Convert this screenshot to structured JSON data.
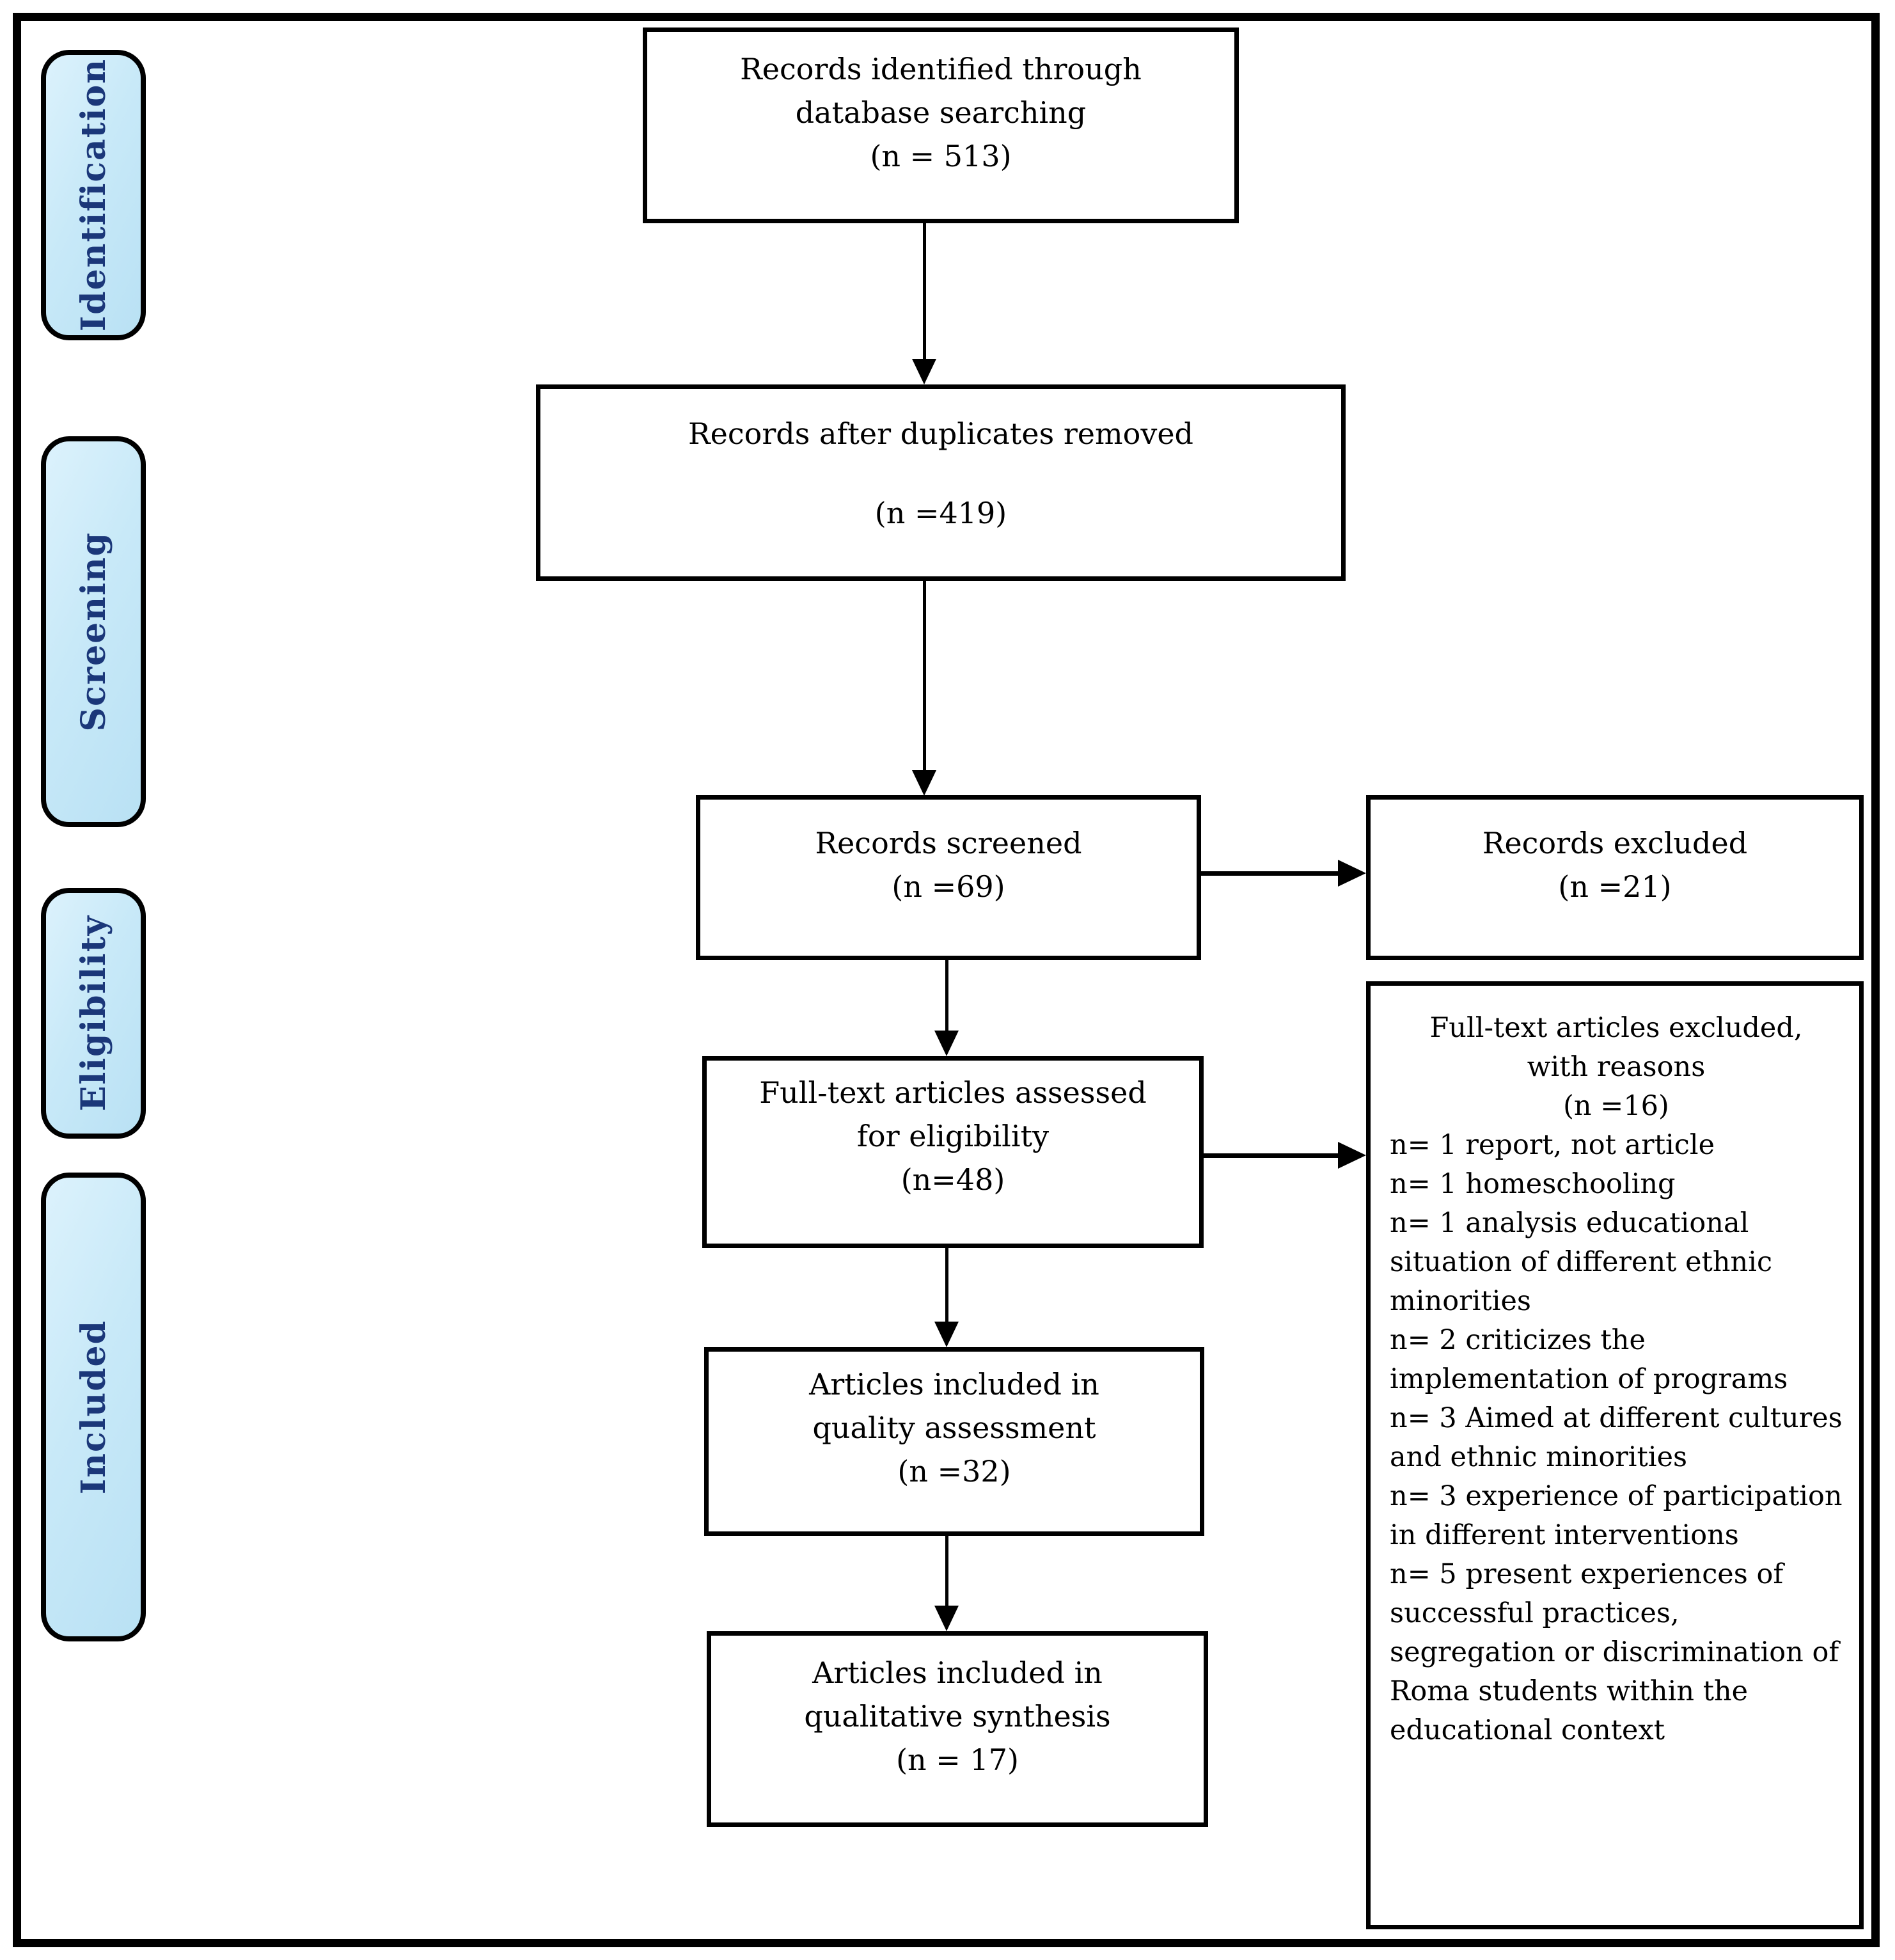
{
  "stages": [
    {
      "label": "Identification"
    },
    {
      "label": "Screening"
    },
    {
      "label": "Eligibility"
    },
    {
      "label": "Included"
    }
  ],
  "boxes": {
    "identified": {
      "lines": [
        "Records identified through",
        "database searching",
        "(n = 513)"
      ]
    },
    "after_duplicates": {
      "title": "Records after duplicates removed",
      "count": "(n =419)"
    },
    "screened": {
      "lines": [
        "Records screened",
        "(n =69)"
      ]
    },
    "records_excluded": {
      "lines": [
        "Records excluded",
        "(n =21)"
      ]
    },
    "fulltext_assessed": {
      "lines": [
        "Full-text articles assessed",
        "for eligibility",
        "(n=48)"
      ]
    },
    "fulltext_excluded": {
      "header_lines": [
        "Full-text articles excluded,",
        "with reasons",
        "(n =16)"
      ],
      "reasons": [
        "n= 1 report, not article",
        "n= 1 homeschooling",
        "n= 1 analysis educational situation of different ethnic minorities",
        "n= 2 criticizes the implementation of programs",
        "n= 3 Aimed at different cultures and ethnic minorities",
        "n= 3 experience of participation in different interventions",
        "n= 5 present experiences of successful practices, segregation or discrimination of Roma students within the educational context"
      ]
    },
    "quality_assessment": {
      "lines": [
        "Articles included in",
        "quality assessment",
        "(n =32)"
      ]
    },
    "qualitative_synthesis": {
      "lines": [
        "Articles included in",
        "qualitative synthesis",
        "(n = 17)"
      ]
    }
  },
  "colors": {
    "stage_fill": "#c8e9f8",
    "stage_text": "#1b3779",
    "box_border": "#000000",
    "arrow": "#000000",
    "background": "#ffffff"
  }
}
